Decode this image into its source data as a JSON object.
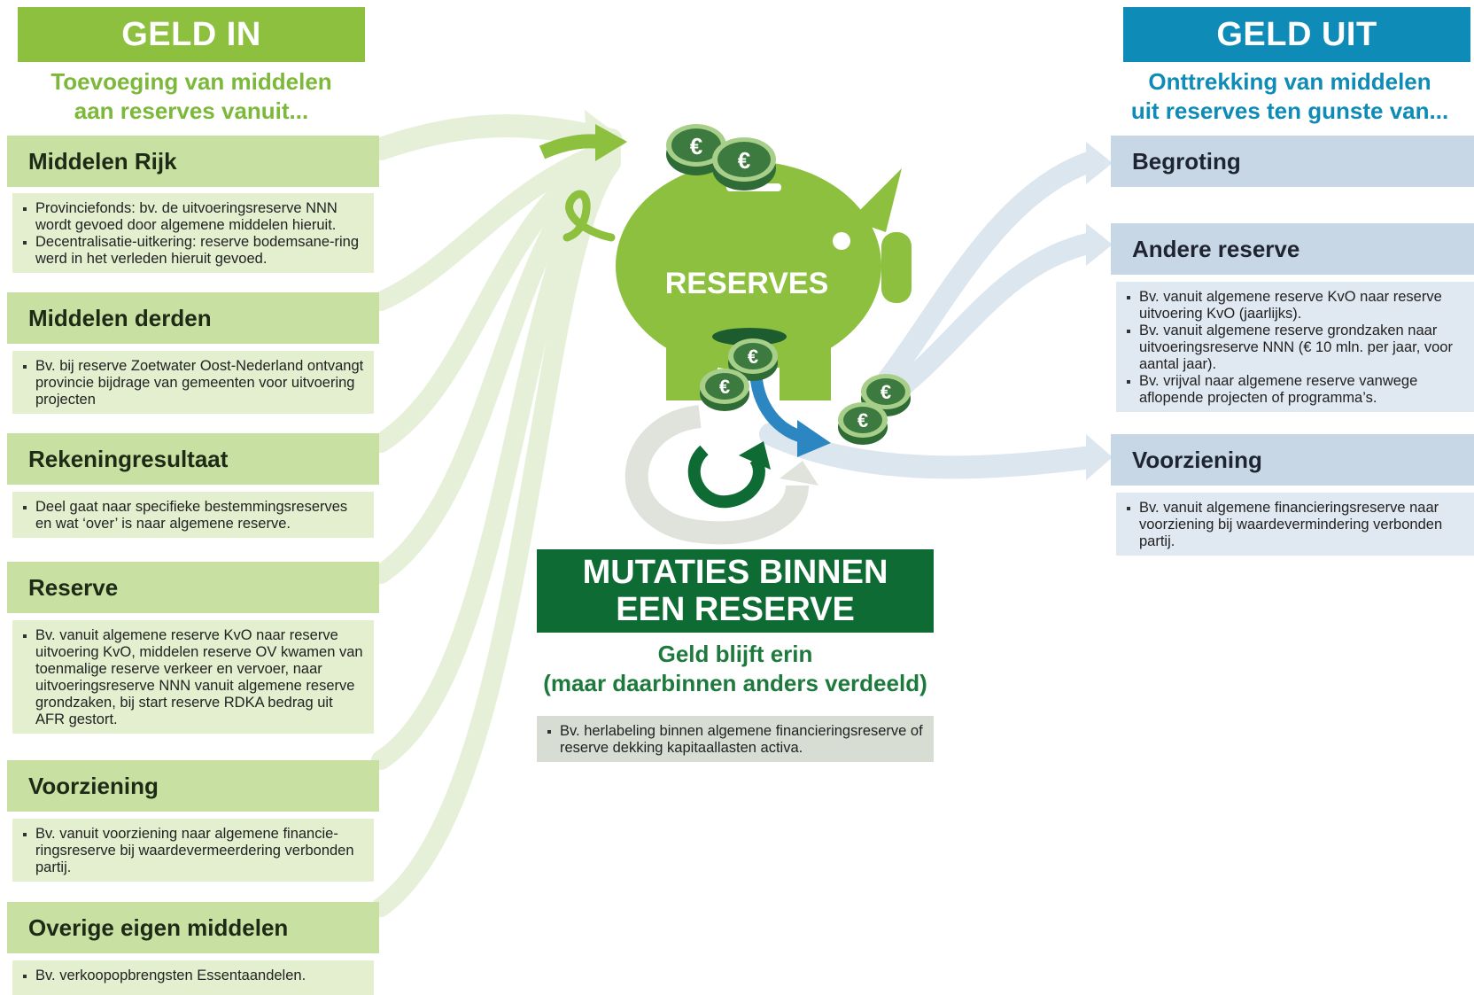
{
  "geld_in": {
    "title": "GELD IN",
    "subtitle_line1": "Toevoeging van middelen",
    "subtitle_line2": "aan reserves vanuit...",
    "color": "#8dc03f",
    "categories": [
      {
        "title": "Middelen Rijk",
        "bullets": [
          "Provinciefonds: bv. de uitvoeringsreserve NNN wordt gevoed door algemene middelen hieruit.",
          "Decentralisatie-uitkering: reserve bodemsane-ring werd in het verleden hieruit gevoed."
        ]
      },
      {
        "title": "Middelen derden",
        "bullets": [
          "Bv. bij reserve Zoetwater Oost-Nederland ontvangt provincie bijdrage van gemeenten voor uitvoering projecten"
        ]
      },
      {
        "title": "Rekeningresultaat",
        "bullets": [
          "Deel gaat naar specifieke bestemmingsreserves en wat ‘over’ is naar algemene reserve."
        ]
      },
      {
        "title": "Reserve",
        "bullets": [
          "Bv. vanuit algemene reserve KvO naar reserve uitvoering KvO, middelen reserve OV kwamen van toenmalige reserve verkeer en vervoer, naar uitvoeringsreserve NNN vanuit algemene reserve grondzaken, bij start reserve RDKA bedrag uit AFR gestort."
        ]
      },
      {
        "title": "Voorziening",
        "bullets": [
          "Bv. vanuit voorziening naar algemene financie-ringsreserve bij waardevermeerdering verbonden partij."
        ]
      },
      {
        "title": "Overige eigen middelen",
        "bullets": [
          "Bv. verkoopopbrengsten Essentaandelen."
        ]
      }
    ]
  },
  "piggy": {
    "label": "RESERVES",
    "coin_symbol": "€",
    "color": "#8dc03f"
  },
  "mutaties": {
    "title_line1": "MUTATIES BINNEN",
    "title_line2": "EEN RESERVE",
    "subtitle_line1": "Geld blijft erin",
    "subtitle_line2": "(maar daarbinnen anders verdeeld)",
    "bullets": [
      "Bv. herlabeling binnen algemene financieringsreserve of reserve dekking kapitaallasten activa."
    ],
    "color": "#0e6b33"
  },
  "geld_uit": {
    "title": "GELD UIT",
    "subtitle_line1": "Onttrekking van middelen",
    "subtitle_line2": "uit reserves ten gunste van...",
    "color": "#0e8bb6",
    "categories": [
      {
        "title": "Begroting",
        "bullets": []
      },
      {
        "title": "Andere reserve",
        "bullets": [
          "Bv. vanuit algemene reserve KvO naar reserve uitvoering KvO (jaarlijks).",
          "Bv. vanuit algemene reserve grondzaken naar uitvoeringsreserve NNN (€ 10 mln. per jaar, voor aantal jaar).",
          "Bv. vrijval naar algemene reserve vanwege aflopende projecten of programma’s."
        ]
      },
      {
        "title": "Voorziening",
        "bullets": [
          "Bv. vanuit algemene financieringsreserve naar voorziening bij waardevermindering verbonden partij."
        ]
      }
    ]
  }
}
